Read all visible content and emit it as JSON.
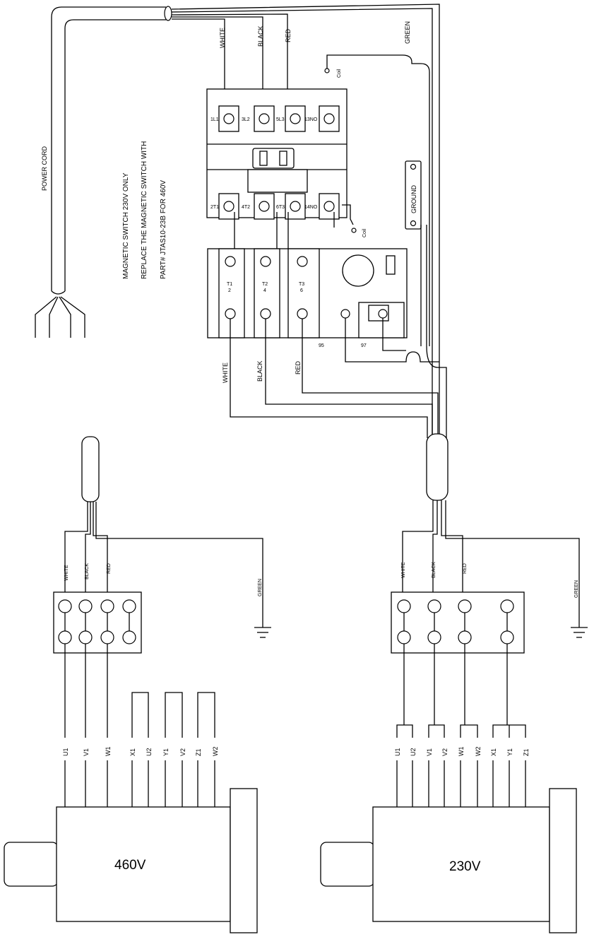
{
  "cord": {
    "label": "POWER CORD"
  },
  "note": {
    "line1": "MAGNETIC  SWITCH  230V  ONLY",
    "line2": "REPLACE THE MAGNETIC SWITCH WITH",
    "line3": "PART# JTAS10-23B FOR 460V"
  },
  "supply_wires": {
    "white": "WHITE",
    "black": "BLACK",
    "red": "RED",
    "green": "GREEN"
  },
  "coil": {
    "label": "Coil"
  },
  "contactor": {
    "top_terminals": [
      "1L1",
      "3L2",
      "5L3",
      "13NO"
    ],
    "bottom_terminals": [
      "2T1",
      "4T2",
      "6T3",
      "14NO"
    ]
  },
  "ground": {
    "label": "GROUND"
  },
  "overload": {
    "terminals": [
      {
        "line1": "T1",
        "line2": "2"
      },
      {
        "line1": "T2",
        "line2": "4"
      },
      {
        "line1": "T3",
        "line2": "6"
      }
    ],
    "aux": [
      "95",
      "97"
    ]
  },
  "output_wires": {
    "white": "WHITE",
    "black": "BLACK",
    "red": "RED"
  },
  "motor_460": {
    "label": "460V",
    "wires": [
      "WHITE",
      "BLACK",
      "RED"
    ],
    "green": "GREEN",
    "leads": [
      "U1",
      "V1",
      "W1",
      "X1",
      "U2",
      "Y1",
      "V2",
      "Z1",
      "W2"
    ]
  },
  "motor_230": {
    "label": "230V",
    "wires": [
      "WHITE",
      "BLACK",
      "RED"
    ],
    "green": "GREEN",
    "leads": [
      "U1",
      "U2",
      "V1",
      "V2",
      "W1",
      "W2",
      "X1",
      "Y1",
      "Z1"
    ]
  }
}
